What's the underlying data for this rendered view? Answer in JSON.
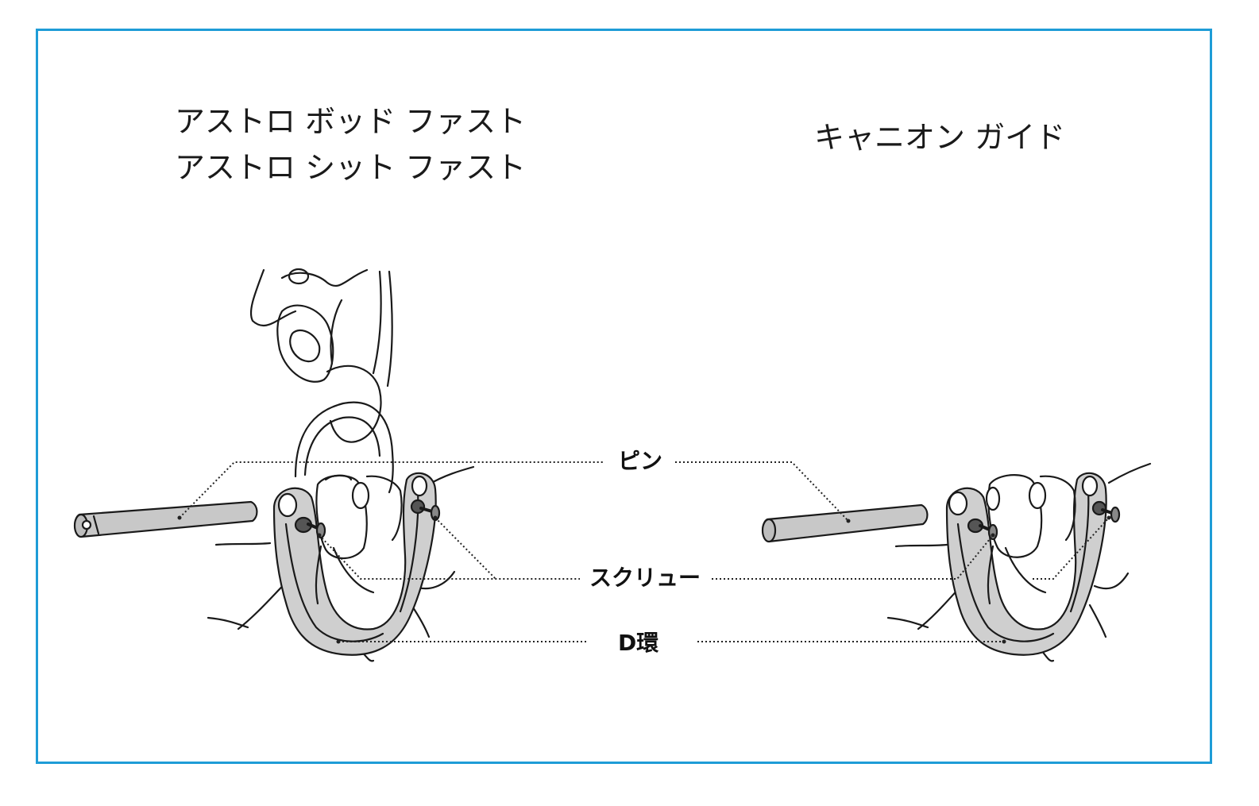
{
  "colors": {
    "frame": "#1e9cd7",
    "metal": "#c8c8c8",
    "outline": "#1a1a1a",
    "leader": "#222222"
  },
  "titles": {
    "left_line1": "アストロ ボッド ファスト",
    "left_line2": "アストロ シット ファスト",
    "right": "キャニオン ガイド"
  },
  "callouts": {
    "pin": "ピン",
    "screw": "スクリュー",
    "dring": "D環"
  }
}
